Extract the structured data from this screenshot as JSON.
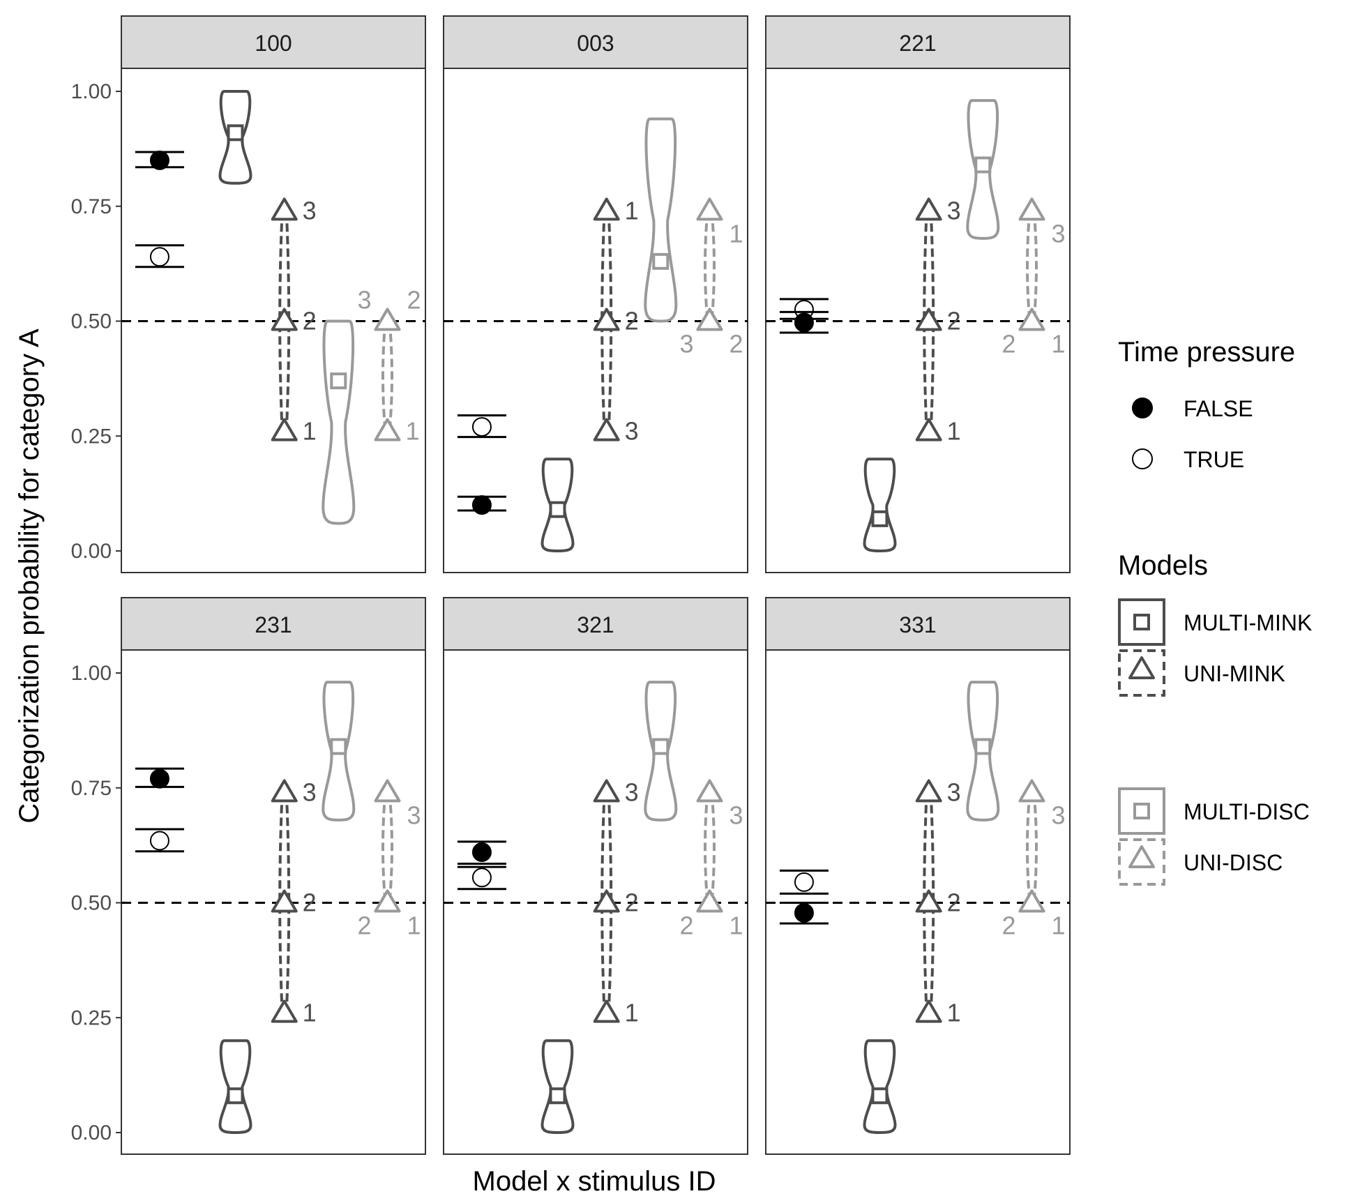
{
  "chart_data": {
    "type": "faceted-mixed (pointrange + violin + model predictions)",
    "ylabel": "Categorization probability for category A",
    "xlabel": "Model x stimulus ID",
    "ylim": [
      0,
      1.05
    ],
    "yticks": [
      0.0,
      0.25,
      0.5,
      0.75,
      1.0
    ],
    "ytick_labels": [
      "0.00",
      "0.25",
      "0.50",
      "0.75",
      "1.00"
    ],
    "reference_line": 0.5,
    "colors": {
      "observed": "#000000",
      "mink": "#4d4d4d",
      "disc": "#999999"
    },
    "legend": {
      "time_pressure": {
        "title": "Time pressure",
        "items": [
          "FALSE",
          "TRUE"
        ]
      },
      "models": {
        "title": "Models",
        "items": [
          "MULTI-MINK",
          "UNI-MINK",
          "MULTI-DISC",
          "UNI-DISC"
        ]
      }
    },
    "panels": [
      {
        "id": "100",
        "observed": [
          {
            "time_pressure": "FALSE",
            "mean": 0.85,
            "lo": 0.835,
            "hi": 0.868
          },
          {
            "time_pressure": "TRUE",
            "mean": 0.64,
            "lo": 0.618,
            "hi": 0.665
          }
        ],
        "multi_mink": {
          "min": 0.8,
          "max": 1.0,
          "median": 0.91
        },
        "uni_mink": [
          {
            "y": 0.74,
            "label": "3"
          },
          {
            "y": 0.5,
            "label": "2"
          },
          {
            "y": 0.26,
            "label": "1"
          }
        ],
        "multi_disc": {
          "min": 0.06,
          "max": 0.5,
          "median": 0.37
        },
        "uni_disc": [
          {
            "y": 0.5,
            "label": "3"
          },
          {
            "y": 0.5,
            "label": "2"
          },
          {
            "y": 0.26,
            "label": "1"
          }
        ]
      },
      {
        "id": "003",
        "observed": [
          {
            "time_pressure": "TRUE",
            "mean": 0.27,
            "lo": 0.248,
            "hi": 0.295
          },
          {
            "time_pressure": "FALSE",
            "mean": 0.1,
            "lo": 0.088,
            "hi": 0.118
          }
        ],
        "multi_mink": {
          "min": 0.0,
          "max": 0.2,
          "median": 0.09
        },
        "uni_mink": [
          {
            "y": 0.74,
            "label": "1"
          },
          {
            "y": 0.5,
            "label": "2"
          },
          {
            "y": 0.26,
            "label": "3"
          }
        ],
        "multi_disc": {
          "min": 0.5,
          "max": 0.94,
          "median": 0.63
        },
        "uni_disc": [
          {
            "y": 0.74,
            "label": "1"
          },
          {
            "y": 0.5,
            "label": "3"
          },
          {
            "y": 0.5,
            "label": "2"
          }
        ]
      },
      {
        "id": "221",
        "observed": [
          {
            "time_pressure": "TRUE",
            "mean": 0.525,
            "lo": 0.505,
            "hi": 0.548
          },
          {
            "time_pressure": "FALSE",
            "mean": 0.497,
            "lo": 0.475,
            "hi": 0.52
          }
        ],
        "multi_mink": {
          "min": 0.0,
          "max": 0.2,
          "median": 0.07
        },
        "uni_mink": [
          {
            "y": 0.74,
            "label": "3"
          },
          {
            "y": 0.5,
            "label": "2"
          },
          {
            "y": 0.26,
            "label": "1"
          }
        ],
        "multi_disc": {
          "min": 0.68,
          "max": 0.98,
          "median": 0.84
        },
        "uni_disc": [
          {
            "y": 0.74,
            "label": "3"
          },
          {
            "y": 0.5,
            "label": "2"
          },
          {
            "y": 0.5,
            "label": "1"
          }
        ]
      },
      {
        "id": "231",
        "observed": [
          {
            "time_pressure": "FALSE",
            "mean": 0.77,
            "lo": 0.752,
            "hi": 0.792
          },
          {
            "time_pressure": "TRUE",
            "mean": 0.635,
            "lo": 0.612,
            "hi": 0.66
          }
        ],
        "multi_mink": {
          "min": 0.0,
          "max": 0.2,
          "median": 0.08
        },
        "uni_mink": [
          {
            "y": 0.74,
            "label": "3"
          },
          {
            "y": 0.5,
            "label": "2"
          },
          {
            "y": 0.26,
            "label": "1"
          }
        ],
        "multi_disc": {
          "min": 0.68,
          "max": 0.98,
          "median": 0.84
        },
        "uni_disc": [
          {
            "y": 0.74,
            "label": "3"
          },
          {
            "y": 0.5,
            "label": "2"
          },
          {
            "y": 0.5,
            "label": "1"
          }
        ]
      },
      {
        "id": "321",
        "observed": [
          {
            "time_pressure": "FALSE",
            "mean": 0.61,
            "lo": 0.585,
            "hi": 0.633
          },
          {
            "time_pressure": "TRUE",
            "mean": 0.555,
            "lo": 0.53,
            "hi": 0.578
          }
        ],
        "multi_mink": {
          "min": 0.0,
          "max": 0.2,
          "median": 0.08
        },
        "uni_mink": [
          {
            "y": 0.74,
            "label": "3"
          },
          {
            "y": 0.5,
            "label": "2"
          },
          {
            "y": 0.26,
            "label": "1"
          }
        ],
        "multi_disc": {
          "min": 0.68,
          "max": 0.98,
          "median": 0.84
        },
        "uni_disc": [
          {
            "y": 0.74,
            "label": "3"
          },
          {
            "y": 0.5,
            "label": "2"
          },
          {
            "y": 0.5,
            "label": "1"
          }
        ]
      },
      {
        "id": "331",
        "observed": [
          {
            "time_pressure": "TRUE",
            "mean": 0.545,
            "lo": 0.52,
            "hi": 0.57
          },
          {
            "time_pressure": "FALSE",
            "mean": 0.478,
            "lo": 0.455,
            "hi": 0.5
          }
        ],
        "multi_mink": {
          "min": 0.0,
          "max": 0.2,
          "median": 0.08
        },
        "uni_mink": [
          {
            "y": 0.74,
            "label": "3"
          },
          {
            "y": 0.5,
            "label": "2"
          },
          {
            "y": 0.26,
            "label": "1"
          }
        ],
        "multi_disc": {
          "min": 0.68,
          "max": 0.98,
          "median": 0.84
        },
        "uni_disc": [
          {
            "y": 0.74,
            "label": "3"
          },
          {
            "y": 0.5,
            "label": "2"
          },
          {
            "y": 0.5,
            "label": "1"
          }
        ]
      }
    ]
  }
}
